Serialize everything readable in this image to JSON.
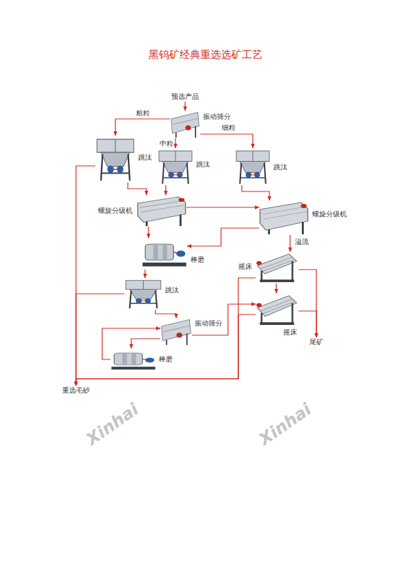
{
  "diagram": {
    "title": "黑钨矿经典重选选矿工艺",
    "nodes": [
      {
        "text": [
          "预选产品"
        ]
      },
      {
        "text": [
          "振动筛分"
        ]
      },
      {
        "text": [
          "跳汰"
        ]
      },
      {
        "text": [
          "跳汰"
        ]
      },
      {
        "text": [
          "跳汰"
        ]
      },
      {
        "text": [
          "螺旋分级机"
        ]
      },
      {
        "text": [
          "螺旋分级机"
        ]
      },
      {
        "text": [
          "棒磨"
        ]
      },
      {
        "text": [
          "摇床"
        ]
      },
      {
        "text": [
          "跳汰"
        ]
      },
      {
        "text": [
          "振动筛分"
        ]
      },
      {
        "text": [
          "摇床"
        ]
      },
      {
        "text": [
          "棒磨"
        ]
      },
      {
        "text": [
          "重选毛砂"
        ]
      },
      {
        "text": [
          "尾矿"
        ]
      }
    ],
    "edges": [
      {
        "from": 0,
        "to": 1,
        "arrow": "to"
      },
      {
        "from": 1,
        "to": 2,
        "label": "粗粒",
        "arrow": "to"
      },
      {
        "from": 1,
        "to": 3,
        "label": "中粒",
        "arrow": "to"
      },
      {
        "from": 1,
        "to": 4,
        "label": "细粒",
        "arrow": "to"
      },
      {
        "from": 2,
        "to": 5,
        "arrow": "to"
      },
      {
        "from": 3,
        "to": 5,
        "arrow": "to"
      },
      {
        "from": 4,
        "to": 6,
        "arrow": "to"
      },
      {
        "from": 2,
        "to": 13,
        "arrow": "to"
      },
      {
        "from": 5,
        "to": 7,
        "arrow": "to"
      },
      {
        "from": 5,
        "to": 6,
        "arrow": "to"
      },
      {
        "from": 6,
        "to": 7,
        "arrow": "to"
      },
      {
        "from": 6,
        "to": 8,
        "label": "溢流",
        "arrow": "to"
      },
      {
        "from": 7,
        "to": 9,
        "arrow": "to"
      },
      {
        "from": 9,
        "to": 13,
        "arrow": "to"
      },
      {
        "from": 9,
        "to": 10,
        "arrow": "to"
      },
      {
        "from": 10,
        "to": 12,
        "arrow": "to"
      },
      {
        "from": 12,
        "to": 10,
        "arrow": "to"
      },
      {
        "from": 10,
        "to": 11,
        "arrow": "to"
      },
      {
        "from": 8,
        "to": 11,
        "arrow": "to"
      },
      {
        "from": 8,
        "to": 13,
        "arrow": "to"
      },
      {
        "from": 11,
        "to": 13,
        "arrow": "to"
      },
      {
        "from": 8,
        "to": 14,
        "arrow": "to"
      },
      {
        "from": 11,
        "to": 14,
        "arrow": "to"
      }
    ],
    "labels": [
      "Xinhai",
      "Xinhai"
    ]
  }
}
